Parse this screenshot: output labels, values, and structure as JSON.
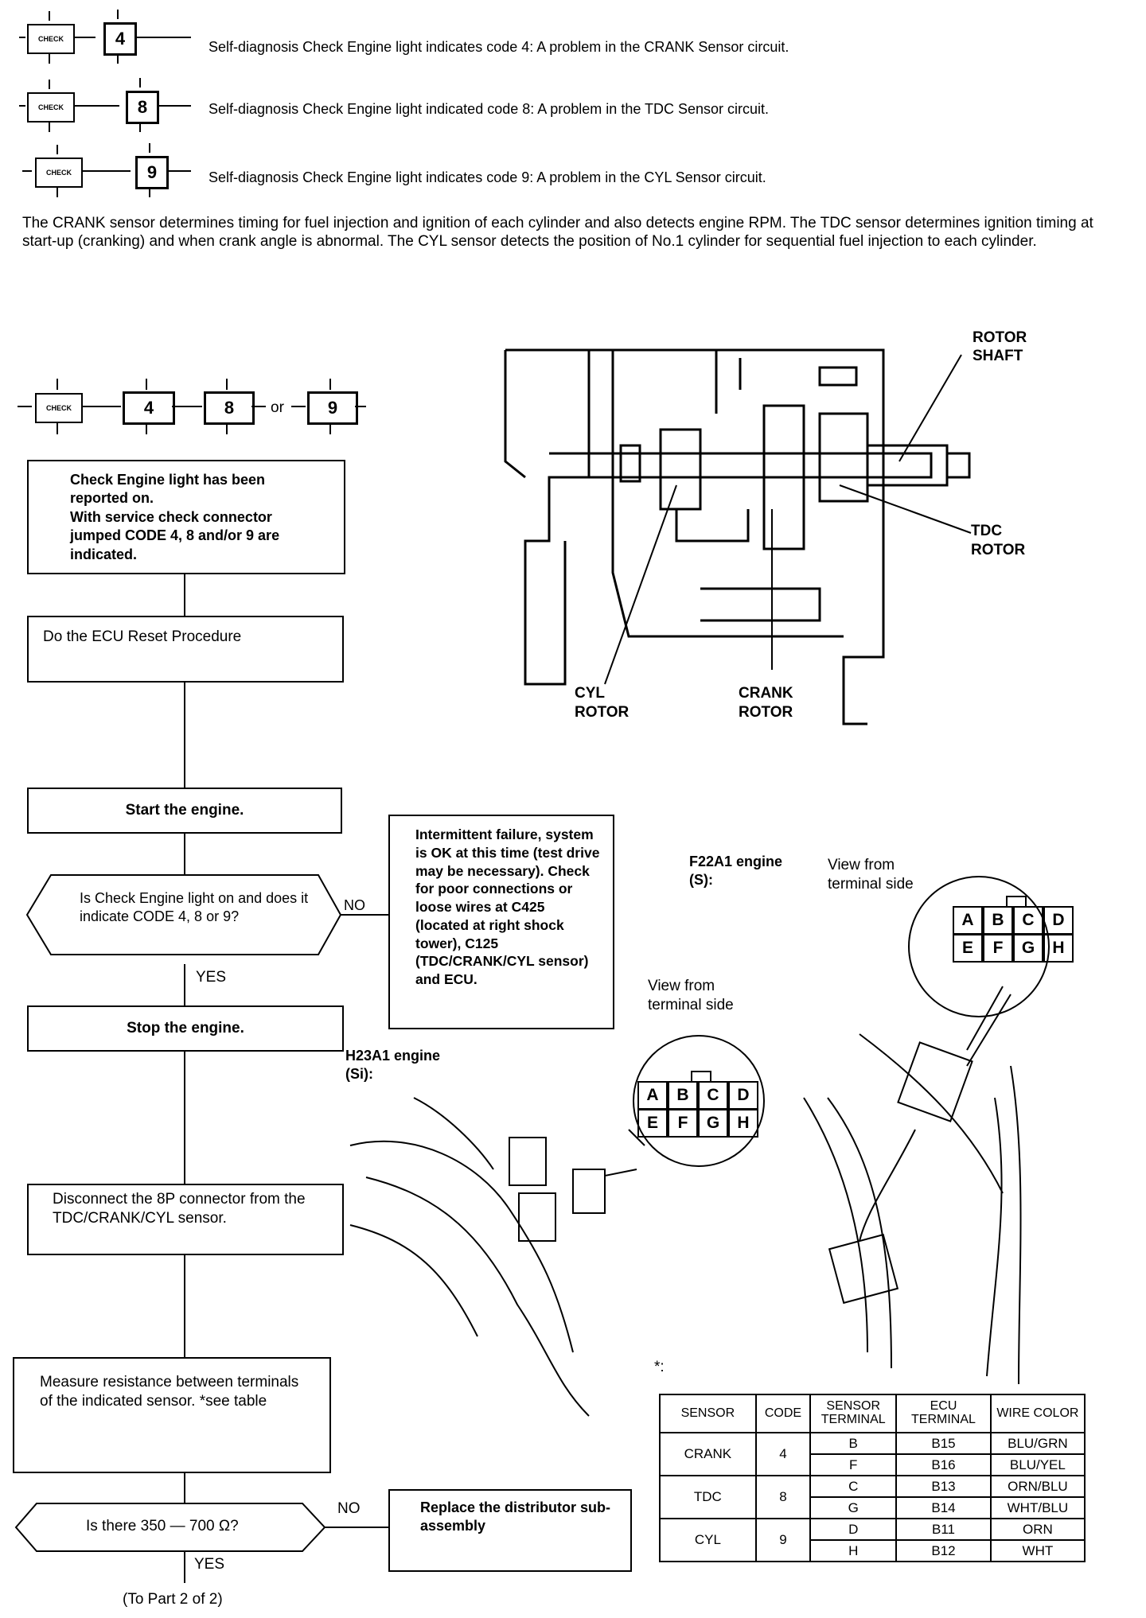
{
  "codes": [
    {
      "code": "4",
      "text": "Self-diagnosis Check Engine light indicates code 4: A problem in the CRANK Sensor circuit."
    },
    {
      "code": "8",
      "text": "Self-diagnosis Check Engine light indicated code 8: A problem in the TDC Sensor circuit."
    },
    {
      "code": "9",
      "text": "Self-diagnosis Check Engine light indicates code 9: A problem in the CYL Sensor circuit."
    }
  ],
  "intro": "The CRANK sensor determines timing for fuel injection and ignition of each cylinder and also detects engine RPM. The TDC sensor determines ignition timing at start-up (cranking) and when crank angle is abnormal. The CYL sensor detects the position of No.1 cylinder for sequential fuel injection to each cylinder.",
  "check_icon_label": "CHECK",
  "combo": {
    "c1": "4",
    "c2": "8",
    "or": "or",
    "c3": "9"
  },
  "flow": {
    "box1_line1": "Check Engine light has been reported on.",
    "box1_line2": "With service check connector jumped CODE 4, 8 and/or 9 are indicated.",
    "box2": "Do the ECU Reset Procedure",
    "box3": "Start the engine.",
    "decision1": "Is Check Engine light on and does it indicate CODE 4, 8 or 9?",
    "no1": "NO",
    "yes1": "YES",
    "intermittent": "Intermittent failure, system is OK at this time (test drive may be necessary). Check for poor connections or loose wires at C425 (located at right shock tower), C125 (TDC/CRANK/CYL sensor) and ECU.",
    "box4": "Stop the engine.",
    "box5": "Disconnect the 8P connector from the TDC/CRANK/CYL sensor.",
    "box6": "Measure resistance between terminals of the indicated sensor. *see table",
    "decision2": "Is there 350 — 700 Ω?",
    "no2": "NO",
    "replace": "Replace the distributor sub-assembly",
    "yes2": "YES",
    "to_part": "(To Part 2 of 2)"
  },
  "diagram": {
    "rotor_shaft": "ROTOR SHAFT",
    "tdc_rotor": "TDC ROTOR",
    "cyl_rotor": "CYL ROTOR",
    "crank_rotor": "CRANK ROTOR"
  },
  "engines": {
    "f22a1": "F22A1 engine (S):",
    "h23a1": "H23A1 engine (Si):",
    "view_from": "View from terminal side",
    "pins_top": [
      "A",
      "B",
      "C",
      "D"
    ],
    "pins_bottom": [
      "E",
      "F",
      "G",
      "H"
    ]
  },
  "table": {
    "note": "*:",
    "headers": [
      "SENSOR",
      "CODE",
      "SENSOR TERMINAL",
      "ECU TERMINAL",
      "WIRE COLOR"
    ],
    "rows": [
      {
        "sensor": "CRANK",
        "code": "4",
        "sub": [
          [
            "B",
            "B15",
            "BLU/GRN"
          ],
          [
            "F",
            "B16",
            "BLU/YEL"
          ]
        ]
      },
      {
        "sensor": "TDC",
        "code": "8",
        "sub": [
          [
            "C",
            "B13",
            "ORN/BLU"
          ],
          [
            "G",
            "B14",
            "WHT/BLU"
          ]
        ]
      },
      {
        "sensor": "CYL",
        "code": "9",
        "sub": [
          [
            "D",
            "B11",
            "ORN"
          ],
          [
            "H",
            "B12",
            "WHT"
          ]
        ]
      }
    ]
  }
}
